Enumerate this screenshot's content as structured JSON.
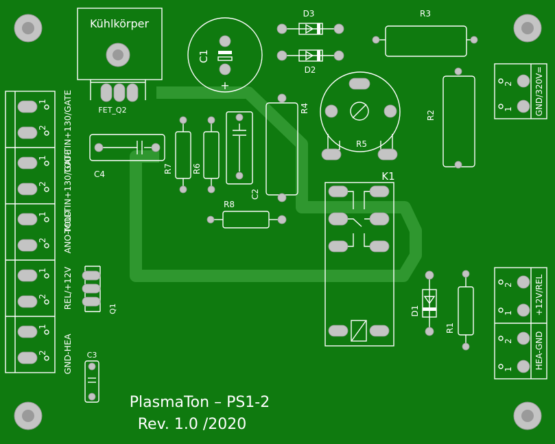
{
  "board": {
    "title_line1": "PlasmaTon – PS1-2",
    "title_line2": "Rev. 1.0 /2020",
    "colors": {
      "pcb": "#0f7a0f",
      "trace": "#2f972f",
      "silk": "#ffffff",
      "pad": "#c4c4c4"
    }
  },
  "components": {
    "heatsink": "Kühlkörper",
    "fet": "FET_Q2",
    "c1": "C1",
    "c1_plus": "+",
    "d3": "D3",
    "d2": "D2",
    "r3": "R3",
    "r2": "R2",
    "r4": "R4",
    "r5": "R5",
    "r6": "R6",
    "r7": "R7",
    "r8": "R8",
    "c2": "C2",
    "c3": "C3",
    "c4": "C4",
    "k1": "K1",
    "q1": "Q1",
    "d1": "D1",
    "r1": "R1"
  },
  "connectors_left": [
    {
      "label": "TOU-TIN+130/GATE",
      "pin1": "1",
      "pin2": "2"
    },
    {
      "label": "TOU-TIN+130/GATE",
      "pin1": "1",
      "pin2": "2"
    },
    {
      "label": "ANO-MOD",
      "pin1": "1",
      "pin2": "2"
    },
    {
      "label": "REL/+12V",
      "pin1": "1",
      "pin2": "2"
    },
    {
      "label": "GND-HEA",
      "pin1": "1",
      "pin2": "2"
    }
  ],
  "connectors_right": [
    {
      "label": "GND/320V=",
      "pin1": "1",
      "pin2": "2"
    },
    {
      "label": "+12V/REL",
      "pin1": "1",
      "pin2": "2"
    },
    {
      "label": "HEA-GND",
      "pin1": "1",
      "pin2": "2"
    }
  ]
}
